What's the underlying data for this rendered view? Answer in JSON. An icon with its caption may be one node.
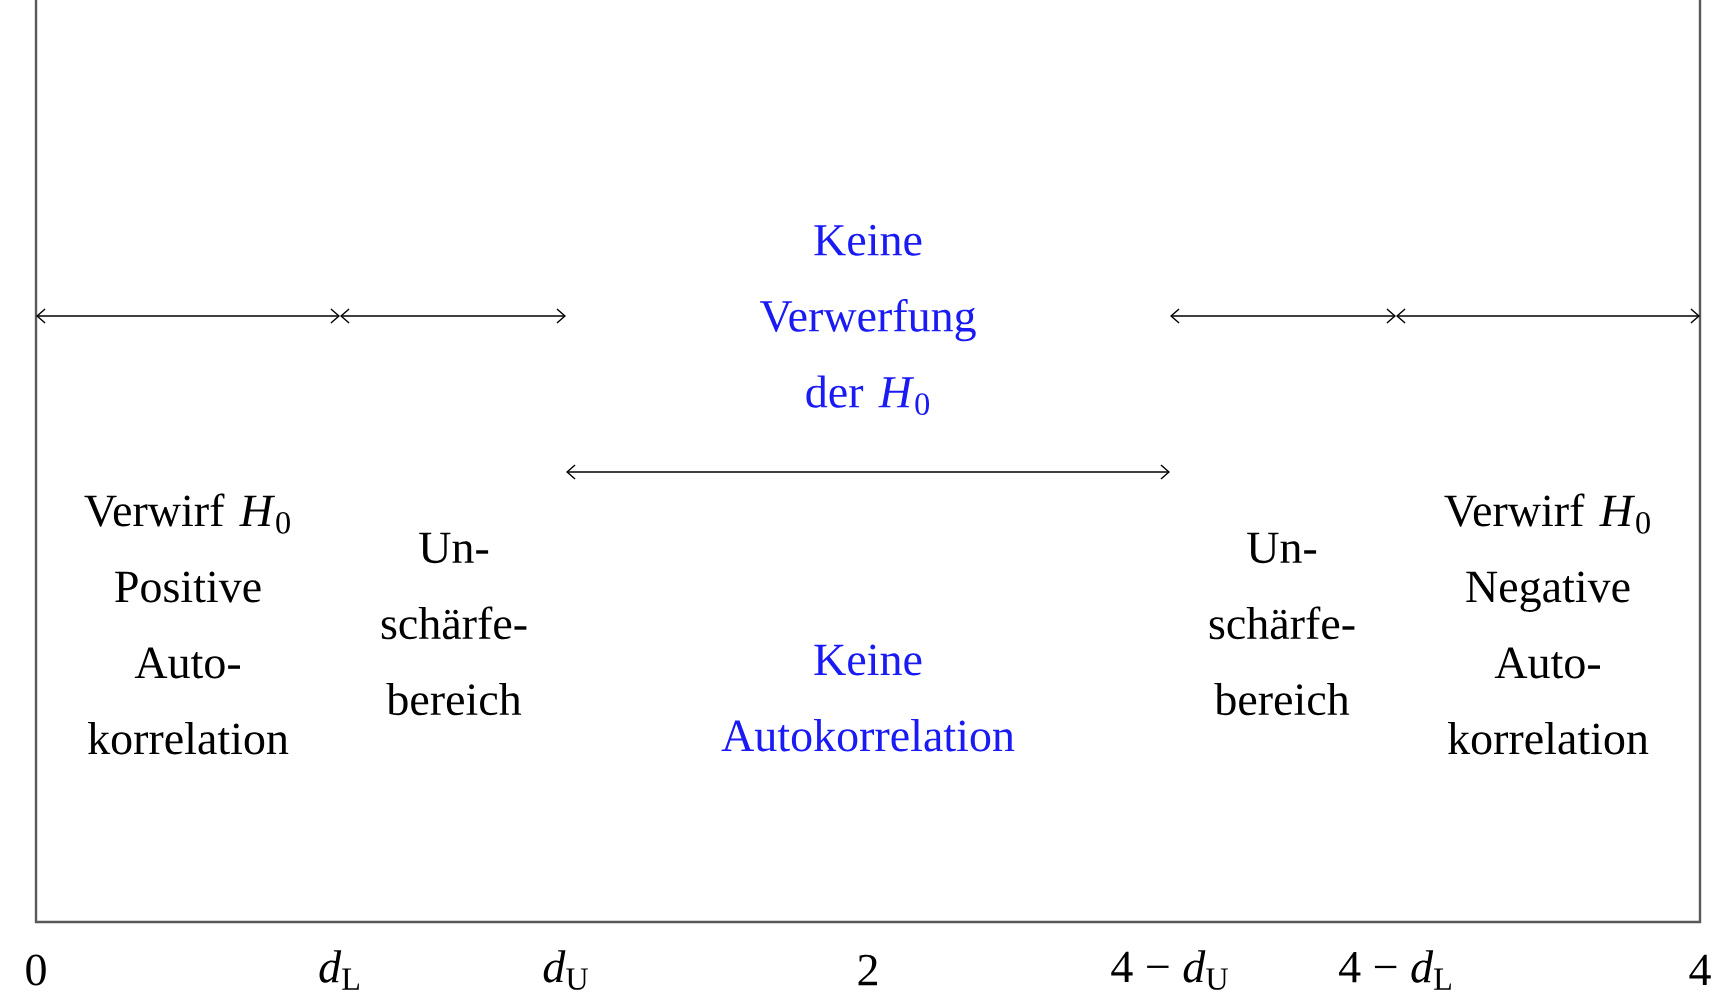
{
  "diagram": {
    "labels": [
      "Keine Verwerfung der *H*$_{0}$",
      "Verwirf *H*$_{0}$ Positive Auto- korrelation",
      "Un- schärfe- bereich",
      "Keine Autokorrelation",
      "Un- schärfe- bereich",
      "Verwirf *H*$_{0}$ Negative Auto- korrelation",
      "0",
      "*d*$_{L}$",
      "*d*$_{U}$",
      "2",
      "4 − *d*$_{U}$",
      "4 − *d*$_{L}$",
      "4"
    ]
  }
}
